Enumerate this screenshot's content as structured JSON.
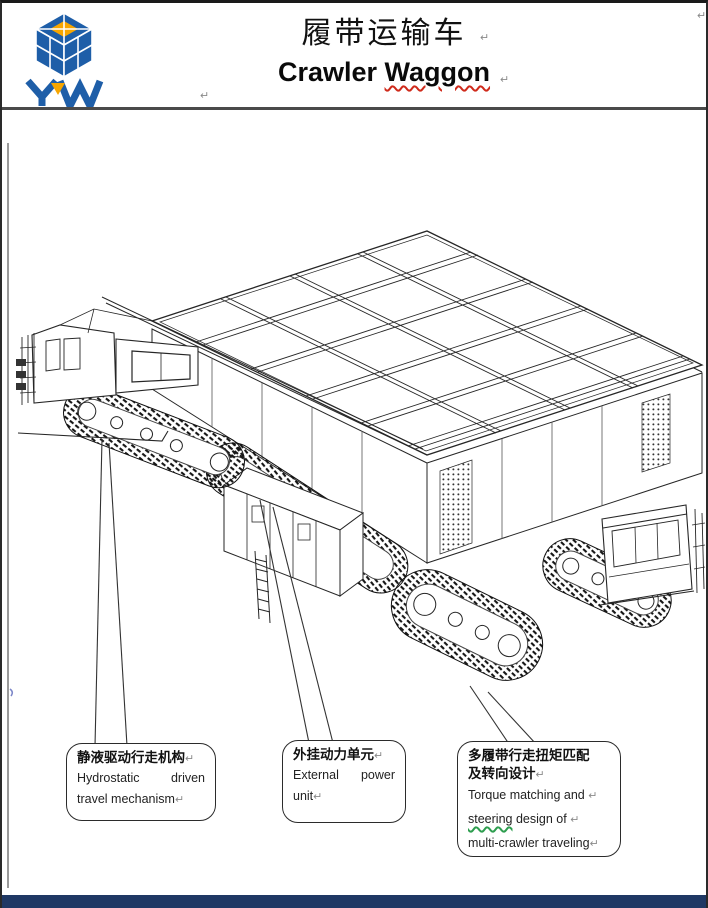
{
  "page": {
    "bottom_bar_color": "#1f3864"
  },
  "header": {
    "title_zh": "履带运输车",
    "title_en_word1": "Crawler",
    "title_en_word2": "Waggon",
    "logo_letters": "YW",
    "logo_blue": "#1e5ea8",
    "logo_orange": "#f7a600"
  },
  "marks": {
    "return_mark": "↵"
  },
  "callouts": {
    "c1": {
      "zh": "静液驱动行走机构",
      "en1a": "Hydrostatic",
      "en1b": "driven",
      "en2": "travel mechanism"
    },
    "c2": {
      "zh": "外挂动力单元",
      "en1a": "External",
      "en1b": "power",
      "en2": "unit"
    },
    "c3": {
      "zh1": "多履带行走扭矩匹配",
      "zh2": "及转向设计",
      "en1": "Torque matching and",
      "en2a": "steering",
      "en2b": " design of",
      "en3": "multi-crawler traveling"
    }
  }
}
